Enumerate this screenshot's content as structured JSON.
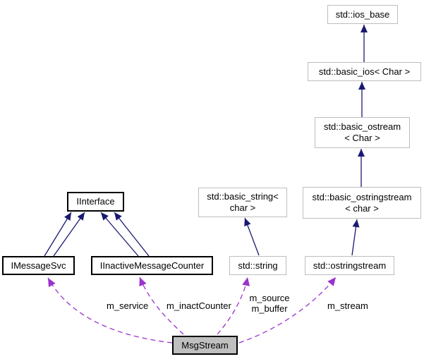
{
  "diagram_type": "collaboration-graph",
  "colors": {
    "background": "#ffffff",
    "inheritance_edge": "#191970",
    "usage_edge": "#9a32cd",
    "external_node_border": "#bebebe",
    "documented_node_border": "#000000",
    "focus_node_fill": "#bfbfbf",
    "text": "#000000"
  },
  "nodes": {
    "ios_base": {
      "label": "std::ios_base"
    },
    "basic_ios": {
      "label": "std::basic_ios< Char >"
    },
    "basic_ostream": {
      "label": "std::basic_ostream\n< Char >"
    },
    "basic_ostringstream": {
      "label": "std::basic_ostringstream\n< char >"
    },
    "basic_string": {
      "label": "std::basic_string<\nchar >"
    },
    "iinterface": {
      "label": "IInterface"
    },
    "imessagesvc": {
      "label": "IMessageSvc"
    },
    "iinactivemessagecounter": {
      "label": "IInactiveMessageCounter"
    },
    "stdstring": {
      "label": "std::string"
    },
    "ostringstream": {
      "label": "std::ostringstream"
    },
    "msgstream": {
      "label": "MsgStream"
    }
  },
  "edges": [
    {
      "from": "MsgStream",
      "to": "IMessageSvc",
      "type": "usage-dashed",
      "label": "m_service"
    },
    {
      "from": "MsgStream",
      "to": "IInactiveMessageCounter",
      "type": "usage-dashed",
      "label": "m_inactCounter"
    },
    {
      "from": "MsgStream",
      "to": "std::string",
      "type": "usage-dashed",
      "label": "m_source\nm_buffer"
    },
    {
      "from": "MsgStream",
      "to": "std::ostringstream",
      "type": "usage-dashed",
      "label": "m_stream"
    },
    {
      "from": "IMessageSvc",
      "to": "IInterface",
      "type": "inheritance"
    },
    {
      "from": "IMessageSvc",
      "to": "IInterface",
      "type": "inheritance"
    },
    {
      "from": "IInactiveMessageCounter",
      "to": "IInterface",
      "type": "inheritance"
    },
    {
      "from": "IInactiveMessageCounter",
      "to": "IInterface",
      "type": "inheritance"
    },
    {
      "from": "std::string",
      "to": "std::basic_string< char >",
      "type": "inheritance"
    },
    {
      "from": "std::ostringstream",
      "to": "std::basic_ostringstream< char >",
      "type": "inheritance"
    },
    {
      "from": "std::basic_ostringstream< char >",
      "to": "std::basic_ostream< Char >",
      "type": "inheritance"
    },
    {
      "from": "std::basic_ostream< Char >",
      "to": "std::basic_ios< Char >",
      "type": "inheritance"
    },
    {
      "from": "std::basic_ios< Char >",
      "to": "std::ios_base",
      "type": "inheritance"
    }
  ]
}
